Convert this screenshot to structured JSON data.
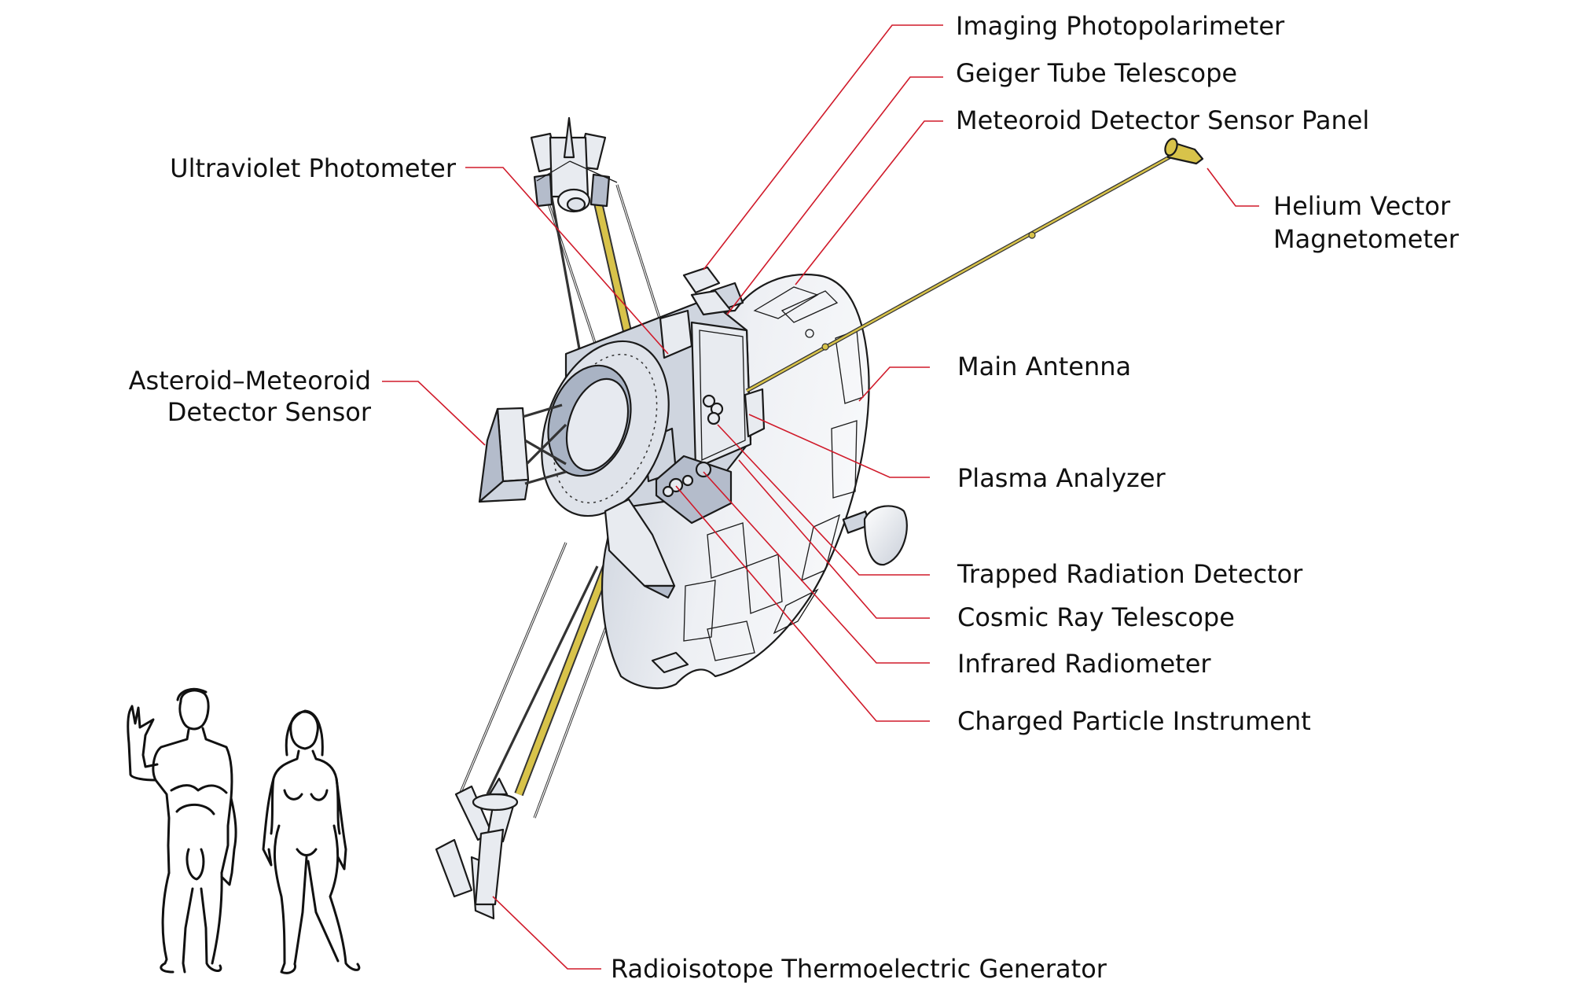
{
  "title": "Pioneer spacecraft instrument diagram",
  "colors": {
    "leader_line": "#d01a2a",
    "structure_fill": "#e8ebf0",
    "structure_shadow": "#b4bccb",
    "boom_gold": "#d8c34a",
    "outline": "#1a1a1a"
  },
  "labels": {
    "imaging_photopolarimeter": "Imaging Photopolarimeter",
    "geiger_tube_telescope": "Geiger Tube Telescope",
    "meteoroid_detector_sensor_panel": "Meteoroid Detector Sensor Panel",
    "ultraviolet_photometer": "Ultraviolet Photometer",
    "helium_vector_magnetometer_line1": "Helium Vector",
    "helium_vector_magnetometer_line2": "Magnetometer",
    "asteroid_meteoroid_line1": "Asteroid–Meteoroid",
    "asteroid_meteoroid_line2": "Detector Sensor",
    "main_antenna": "Main Antenna",
    "plasma_analyzer": "Plasma Analyzer",
    "trapped_radiation_detector": "Trapped Radiation Detector",
    "cosmic_ray_telescope": "Cosmic Ray Telescope",
    "infrared_radiometer": "Infrared Radiometer",
    "charged_particle_instrument": "Charged Particle Instrument",
    "rtg": "Radioisotope Thermoelectric Generator"
  },
  "figures": [
    "male-human-figure",
    "female-human-figure"
  ]
}
